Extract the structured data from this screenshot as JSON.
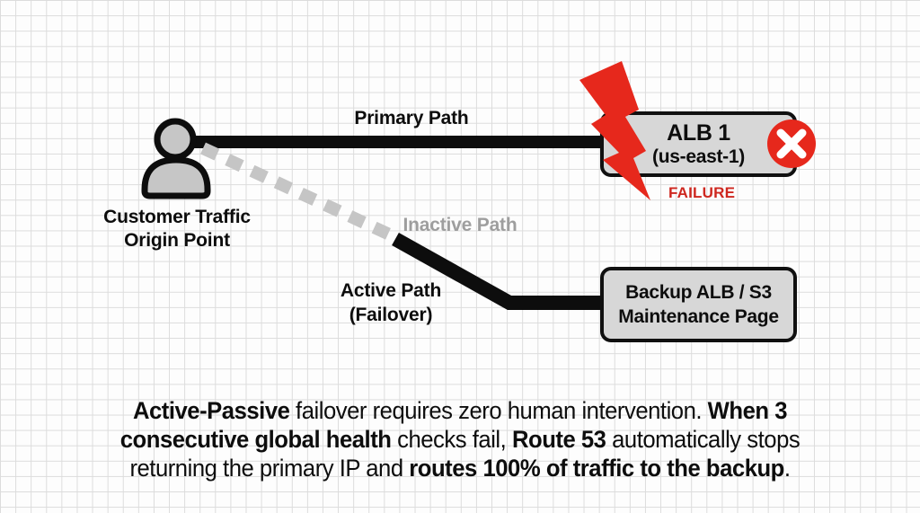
{
  "colors": {
    "background": "#fdfdfd",
    "grid_line": "#dcdcdc",
    "path_black": "#0d0d0d",
    "inactive_path_gray": "#c5c5c5",
    "inactive_label_gray": "#9e9e9e",
    "node_fill": "#d7d7d7",
    "node_border": "#101010",
    "alert_red": "#e6281c",
    "failure_text_red": "#ce271f",
    "person_fill": "#c6c6c6",
    "x_mark_white": "#ffffff"
  },
  "diagram": {
    "origin": {
      "label_line1": "Customer Traffic",
      "label_line2": "Origin Point",
      "icon": "user-icon"
    },
    "primary_path": {
      "label": "Primary Path"
    },
    "inactive_path": {
      "label": "Inactive Path"
    },
    "active_path": {
      "label_line1": "Active Path",
      "label_line2": "(Failover)"
    },
    "alb1": {
      "title": "ALB 1",
      "region": "(us-east-1)",
      "status_label": "FAILURE",
      "icons": [
        "lightning-bolt-icon",
        "error-x-icon"
      ]
    },
    "backup": {
      "title_line1": "Backup ALB / S3",
      "title_line2": "Maintenance Page"
    }
  },
  "caption": {
    "lines": [
      [
        {
          "t": "Active-Passive",
          "b": true
        },
        {
          "t": " failover requires zero human intervention. ",
          "b": false
        },
        {
          "t": "When 3",
          "b": true
        }
      ],
      [
        {
          "t": "consecutive global health",
          "b": true
        },
        {
          "t": " checks fail, ",
          "b": false
        },
        {
          "t": "Route 53",
          "b": true
        },
        {
          "t": " automatically stops",
          "b": false
        }
      ],
      [
        {
          "t": "returning the primary IP and ",
          "b": false
        },
        {
          "t": "routes 100% of traffic to the backup",
          "b": true
        },
        {
          "t": ".",
          "b": false
        }
      ]
    ]
  }
}
